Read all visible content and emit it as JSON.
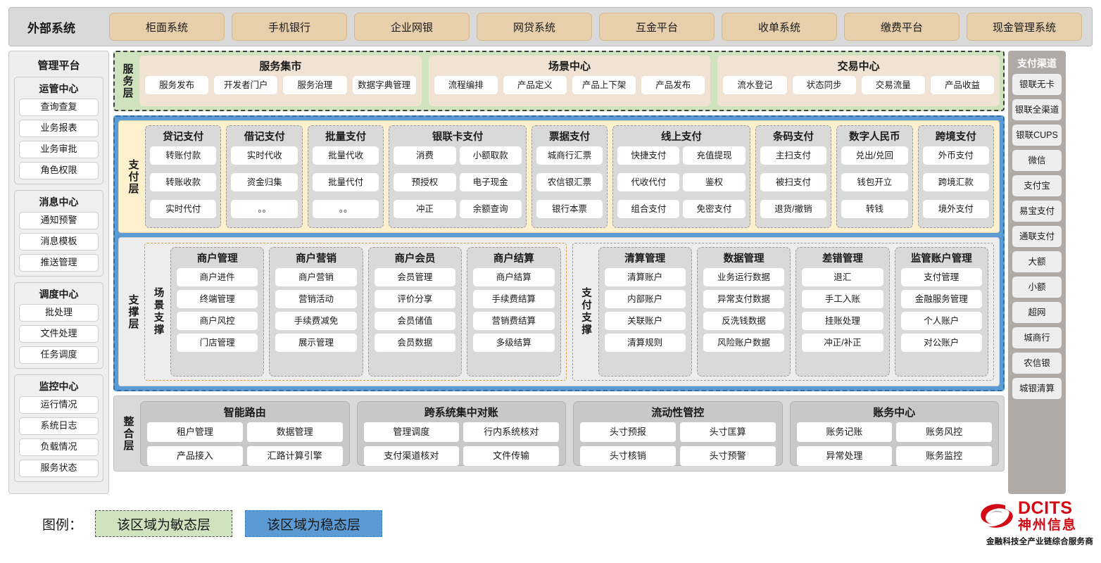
{
  "external": {
    "title": "外部系统",
    "items": [
      "柜面系统",
      "手机银行",
      "企业网银",
      "网贷系统",
      "互金平台",
      "收单系统",
      "缴费平台",
      "现金管理系统"
    ]
  },
  "left_sidebar": {
    "title": "管理平台",
    "groups": [
      {
        "title": "运管中心",
        "items": [
          "查询查复",
          "业务报表",
          "业务审批",
          "角色权限"
        ]
      },
      {
        "title": "消息中心",
        "items": [
          "通知预警",
          "消息模板",
          "推送管理"
        ]
      },
      {
        "title": "调度中心",
        "items": [
          "批处理",
          "文件处理",
          "任务调度"
        ]
      },
      {
        "title": "监控中心",
        "items": [
          "运行情况",
          "系统日志",
          "负载情况",
          "服务状态"
        ]
      }
    ]
  },
  "right_sidebar": {
    "title": "支付渠道",
    "items": [
      "银联无卡",
      "银联全渠道",
      "银联CUPS",
      "微信",
      "支付宝",
      "易宝支付",
      "通联支付",
      "大额",
      "小额",
      "超网",
      "城商行",
      "农信银",
      "城银清算"
    ]
  },
  "service_layer": {
    "label": "服务层",
    "cards": [
      {
        "title": "服务集市",
        "items": [
          "服务发布",
          "开发者门户",
          "服务治理",
          "数据字典管理"
        ]
      },
      {
        "title": "场景中心",
        "items": [
          "流程编排",
          "产品定义",
          "产品上下架",
          "产品发布"
        ]
      },
      {
        "title": "交易中心",
        "items": [
          "流水登记",
          "状态同步",
          "交易流量",
          "产品收益"
        ]
      }
    ]
  },
  "payment_layer": {
    "label": "支付层",
    "cards": [
      {
        "title": "贷记支付",
        "cols": 1,
        "items": [
          "转账付款",
          "转账收款",
          "实时代付"
        ]
      },
      {
        "title": "借记支付",
        "cols": 1,
        "items": [
          "实时代收",
          "资金归集",
          "。。"
        ]
      },
      {
        "title": "批量支付",
        "cols": 1,
        "items": [
          "批量代收",
          "批量代付",
          "。。"
        ]
      },
      {
        "title": "银联卡支付",
        "cols": 2,
        "items": [
          "消费",
          "小额取款",
          "预授权",
          "电子现金",
          "冲正",
          "余额查询"
        ]
      },
      {
        "title": "票据支付",
        "cols": 1,
        "items": [
          "城商行汇票",
          "农信银汇票",
          "银行本票"
        ]
      },
      {
        "title": "线上支付",
        "cols": 2,
        "items": [
          "快捷支付",
          "充值提现",
          "代收代付",
          "鉴权",
          "组合支付",
          "免密支付"
        ]
      },
      {
        "title": "条码支付",
        "cols": 1,
        "items": [
          "主扫支付",
          "被扫支付",
          "退货/撤销"
        ]
      },
      {
        "title": "数字人民币",
        "cols": 1,
        "items": [
          "兑出/兑回",
          "钱包开立",
          "转钱"
        ]
      },
      {
        "title": "跨境支付",
        "cols": 1,
        "items": [
          "外币支付",
          "跨境汇款",
          "境外支付"
        ]
      }
    ]
  },
  "support_layer": {
    "label": "支撑层",
    "zones": [
      {
        "label": "场景支撑",
        "cards": [
          {
            "title": "商户管理",
            "items": [
              "商户进件",
              "终端管理",
              "商户风控",
              "门店管理"
            ]
          },
          {
            "title": "商户营销",
            "items": [
              "商户营销",
              "营销活动",
              "手续费减免",
              "展示管理"
            ]
          },
          {
            "title": "商户会员",
            "items": [
              "会员管理",
              "评价分享",
              "会员储值",
              "会员数据"
            ]
          },
          {
            "title": "商户结算",
            "items": [
              "商户结算",
              "手续费结算",
              "营销费结算",
              "多级结算"
            ]
          }
        ]
      },
      {
        "label": "支付支撑",
        "cards": [
          {
            "title": "清算管理",
            "items": [
              "清算账户",
              "内部账户",
              "关联账户",
              "清算规则"
            ]
          },
          {
            "title": "数据管理",
            "items": [
              "业务运行数据",
              "异常支付数据",
              "反洗钱数据",
              "风险账户数据"
            ]
          },
          {
            "title": "差错管理",
            "items": [
              "退汇",
              "手工入账",
              "挂账处理",
              "冲正/补正"
            ]
          },
          {
            "title": "监管账户管理",
            "items": [
              "支付管理",
              "金融服务管理",
              "个人账户",
              "对公账户"
            ]
          }
        ]
      }
    ]
  },
  "integration_layer": {
    "label": "整合层",
    "cards": [
      {
        "title": "智能路由",
        "items": [
          "租户管理",
          "数据管理",
          "产品接入",
          "汇路计算引擎"
        ]
      },
      {
        "title": "跨系统集中对账",
        "items": [
          "管理调度",
          "行内系统核对",
          "支付渠道核对",
          "文件传输"
        ]
      },
      {
        "title": "流动性管控",
        "items": [
          "头寸预报",
          "头寸匡算",
          "头寸核销",
          "头寸预警"
        ]
      },
      {
        "title": "账务中心",
        "items": [
          "账务记账",
          "账务风控",
          "异常处理",
          "账务监控"
        ]
      }
    ]
  },
  "legend": {
    "label": "图例：",
    "agile": "该区域为敏态层",
    "stable": "该区域为稳态层",
    "agile_color": "#cfe3bf",
    "stable_color": "#5b9bd5"
  },
  "logo": {
    "en": "DCITS",
    "cn": "神州信息",
    "tagline": "金融科技全产业链综合服务商",
    "color": "#d10a15"
  }
}
